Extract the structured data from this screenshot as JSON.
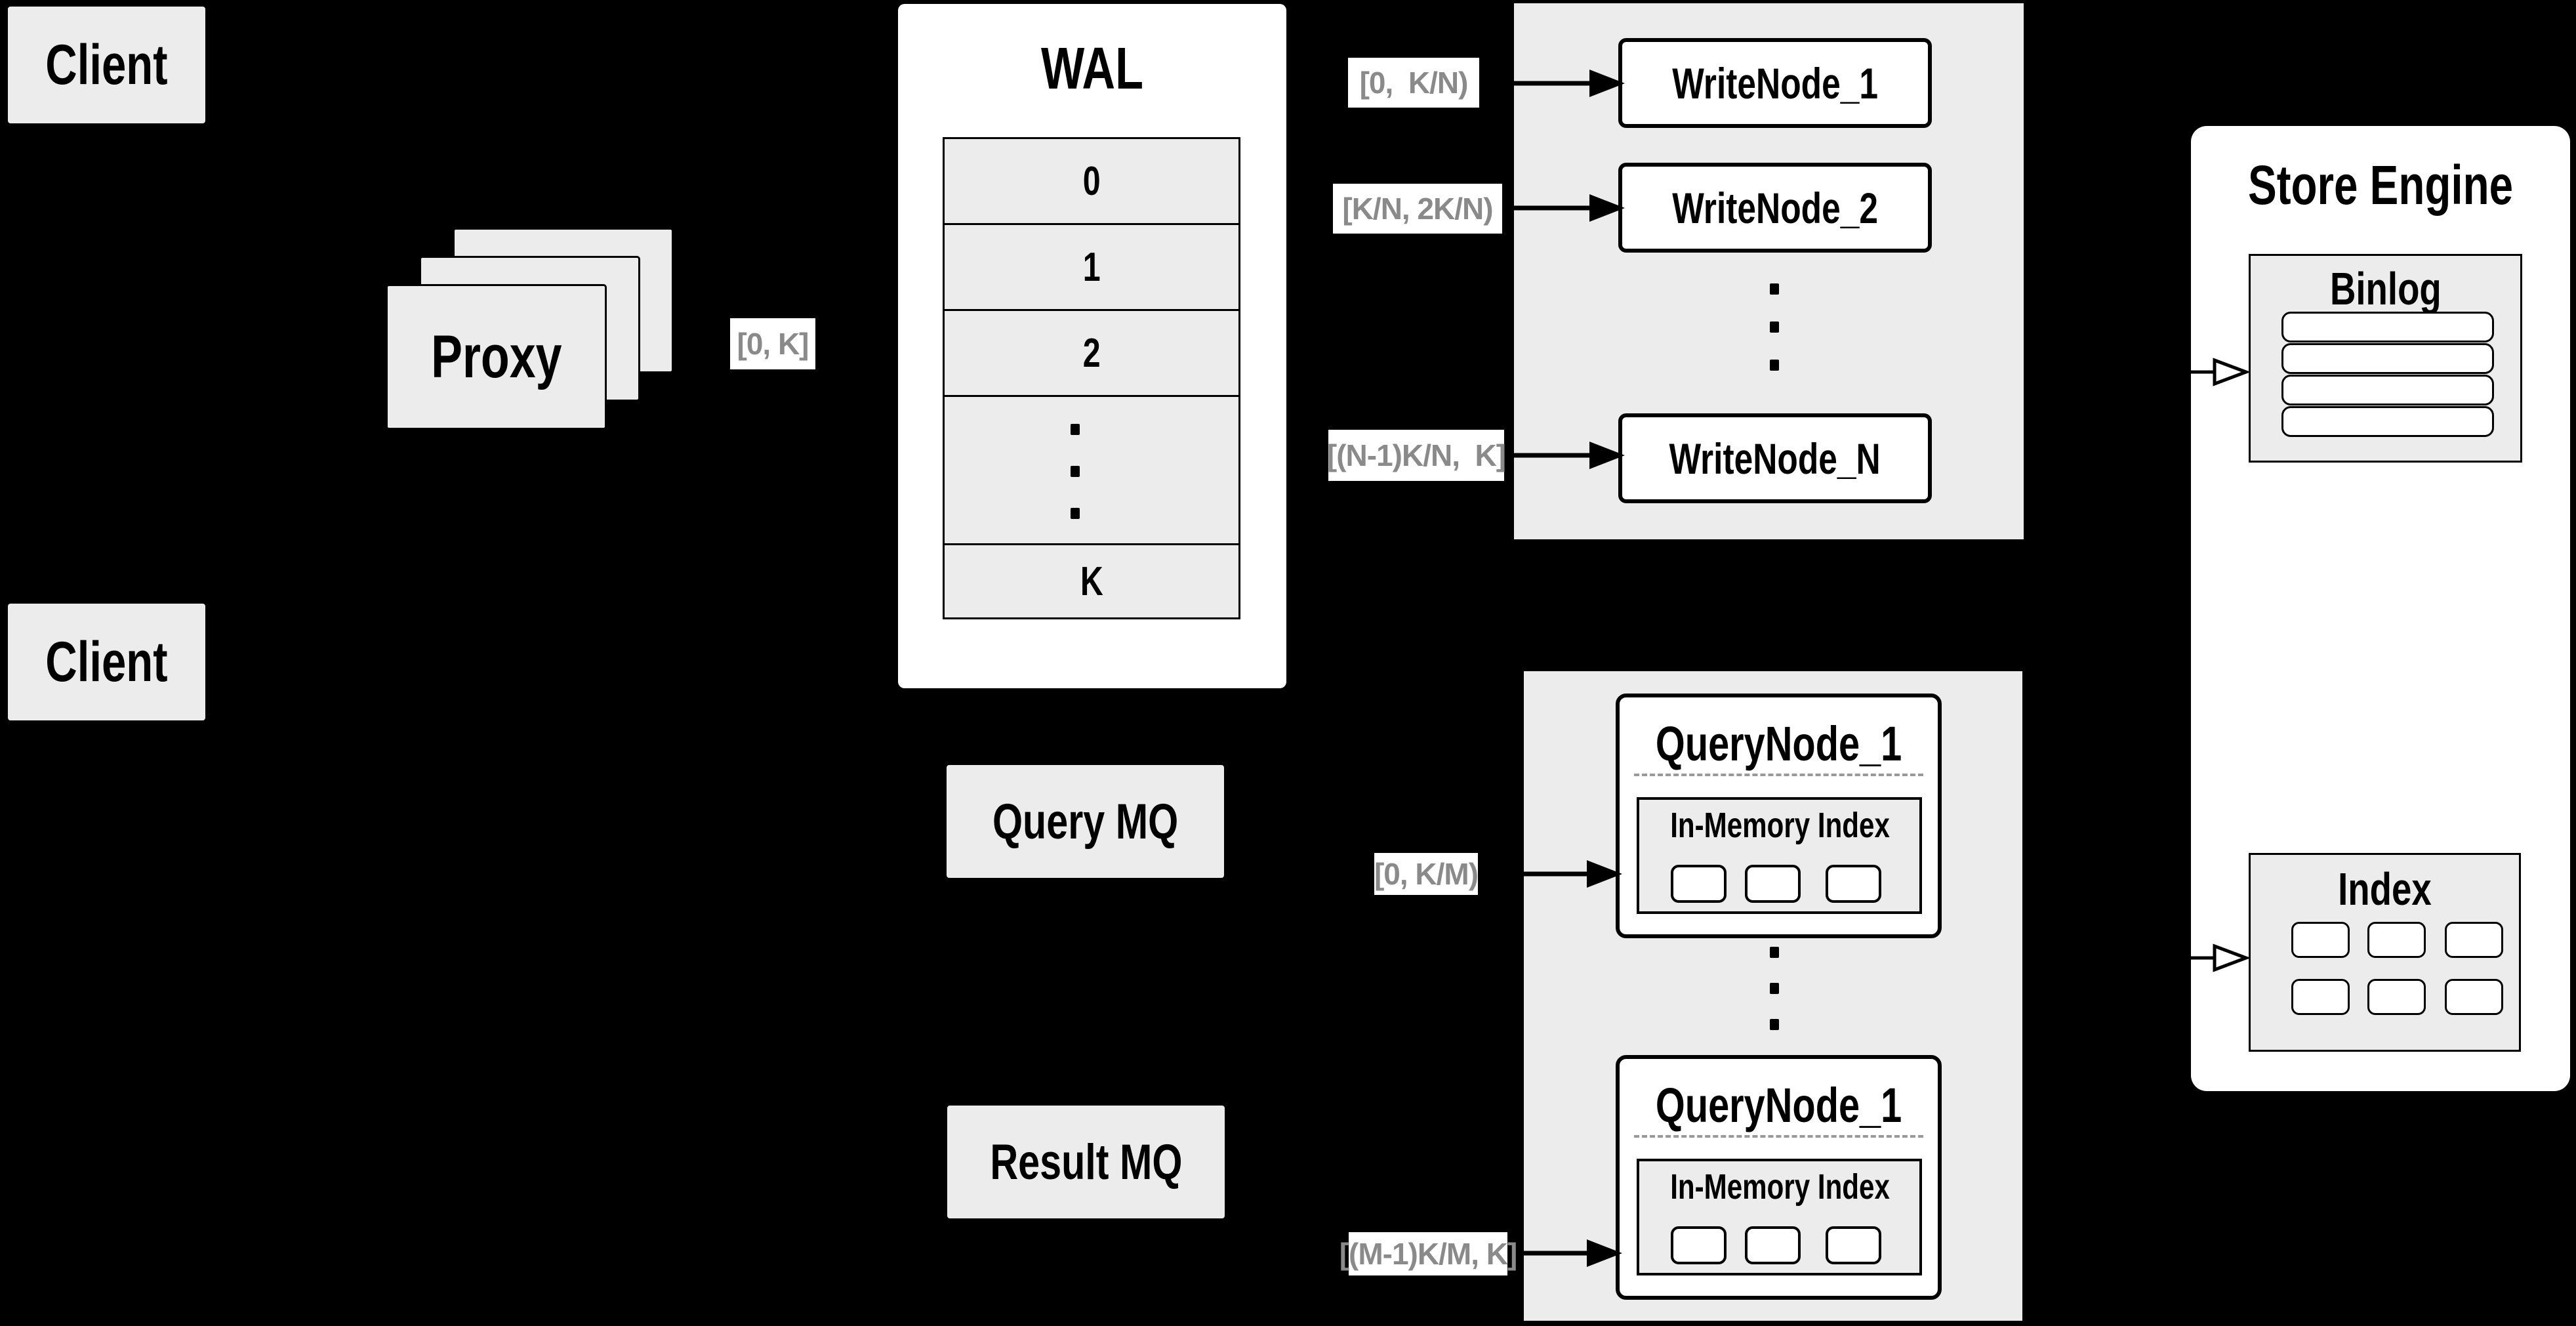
{
  "clients": {
    "top_label": "Client",
    "bottom_label": "Client"
  },
  "proxy": {
    "label": "Proxy"
  },
  "wal": {
    "title": "WAL",
    "rows": [
      "0",
      "1",
      "2",
      "K"
    ]
  },
  "range_labels": {
    "proxy_to_wal": "[0, K]",
    "wal_to_write_1": "[0,  K/N)",
    "wal_to_write_2": "[K/N, 2K/N)",
    "wal_to_write_n": "[(N-1)K/N,  K]",
    "query_mq_to_node_1": "[0, K/M)",
    "query_mq_to_node_m": "[(M-1)K/M, K]"
  },
  "write_nodes": {
    "node_1": "WriteNode_1",
    "node_2": "WriteNode_2",
    "node_n": "WriteNode_N"
  },
  "query_nodes": {
    "top": {
      "title": "QueryNode_1",
      "in_memory_label": "In-Memory Index"
    },
    "bottom": {
      "title": "QueryNode_1",
      "in_memory_label": "In-Memory Index"
    }
  },
  "message_queues": {
    "query": "Query MQ",
    "result": "Result MQ"
  },
  "store_engine": {
    "title": "Store Engine",
    "binlog_title": "Binlog",
    "index_title": "Index"
  },
  "colors": {
    "background": "#000000",
    "box_fill": "#ececec",
    "box_white": "#ffffff",
    "stroke": "#000000",
    "range_label_text": "#8a8a8a",
    "dashed_divider": "#999999"
  }
}
